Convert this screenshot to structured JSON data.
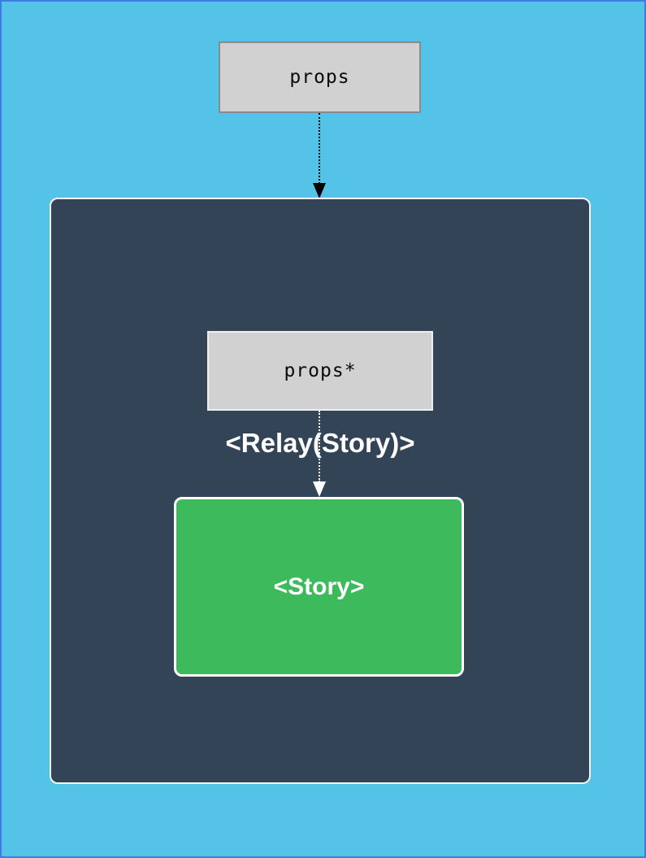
{
  "colors": {
    "page_background": "#54c3e8",
    "page_border": "#3b7de0",
    "relay_container_fill": "#334456",
    "relay_container_border": "#f5f7f9",
    "gray_box_fill": "#d1d1d1",
    "outer_props_border": "#8a8a8a",
    "inner_props_border": "#efefef",
    "story_fill": "#3cba5c",
    "story_border": "#ffffff",
    "arrow_outer": "#000000",
    "arrow_inner": "#ffffff",
    "text_dark": "#0a0a0a",
    "text_light": "#ffffff"
  },
  "diagram": {
    "outer_props": {
      "label": "props"
    },
    "relay_component": {
      "title": "<Relay(Story)>"
    },
    "inner_props": {
      "label": "props*"
    },
    "story_component": {
      "label": "<Story>"
    }
  }
}
